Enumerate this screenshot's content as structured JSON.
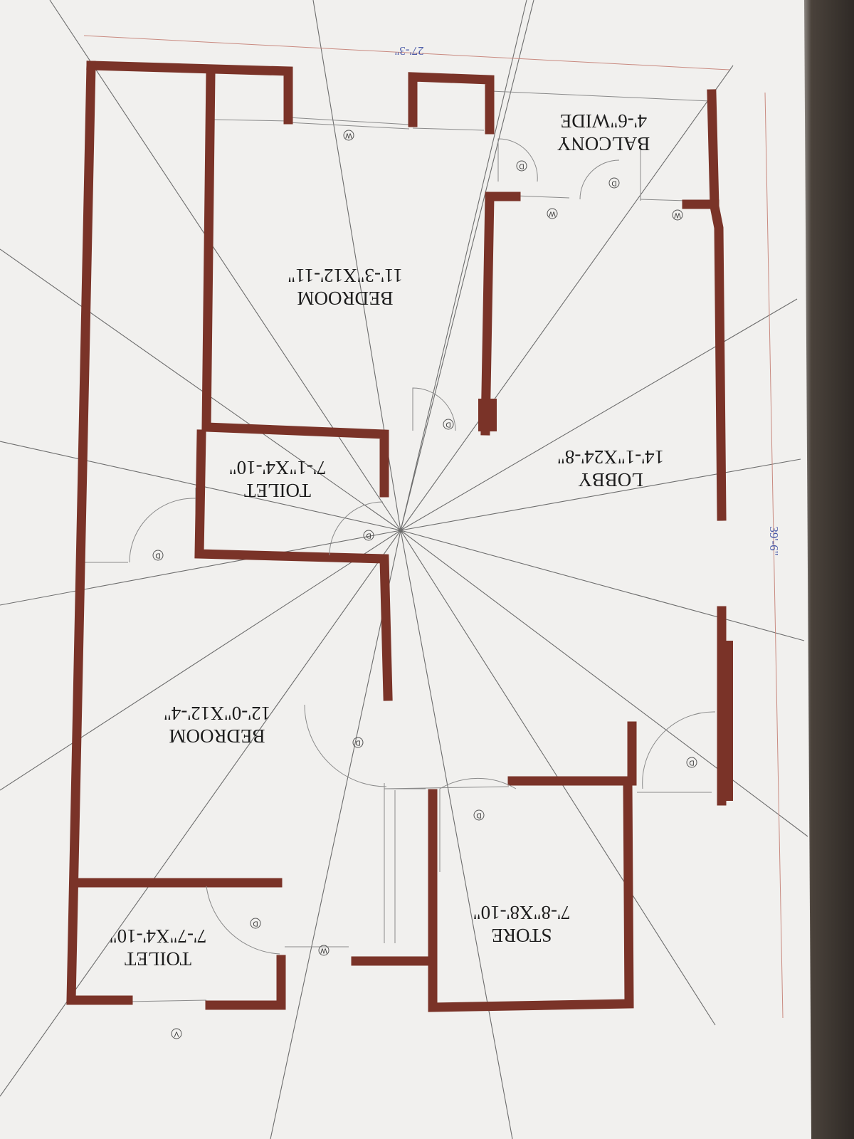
{
  "plan": {
    "orientation": "upside-down photo of printed floor plan",
    "wall_color": "#7a3328",
    "dimension_color": "#4a5aa8",
    "dimensions": {
      "width": "27'-3\"",
      "length": "39'-6\""
    },
    "rooms": [
      {
        "name": "BEDROOM",
        "size": "11'-3\"X12'-11\""
      },
      {
        "name": "LOBBY",
        "size": "14'-1\"X24'-8\""
      },
      {
        "name": "TOILET",
        "size": "7'-1\"X4'-10\""
      },
      {
        "name": "BEDROOM",
        "size": "12'-0\"X12'-4\""
      },
      {
        "name": "TOILET",
        "size": "7'-7\"X4'-10\""
      },
      {
        "name": "STORE",
        "size": "7'-8\"X8'-10\""
      },
      {
        "name": "BALCONY",
        "size": "4'-6\"WIDE"
      }
    ],
    "symbols": {
      "door": "D",
      "window": "W",
      "ventilator": "V"
    }
  }
}
